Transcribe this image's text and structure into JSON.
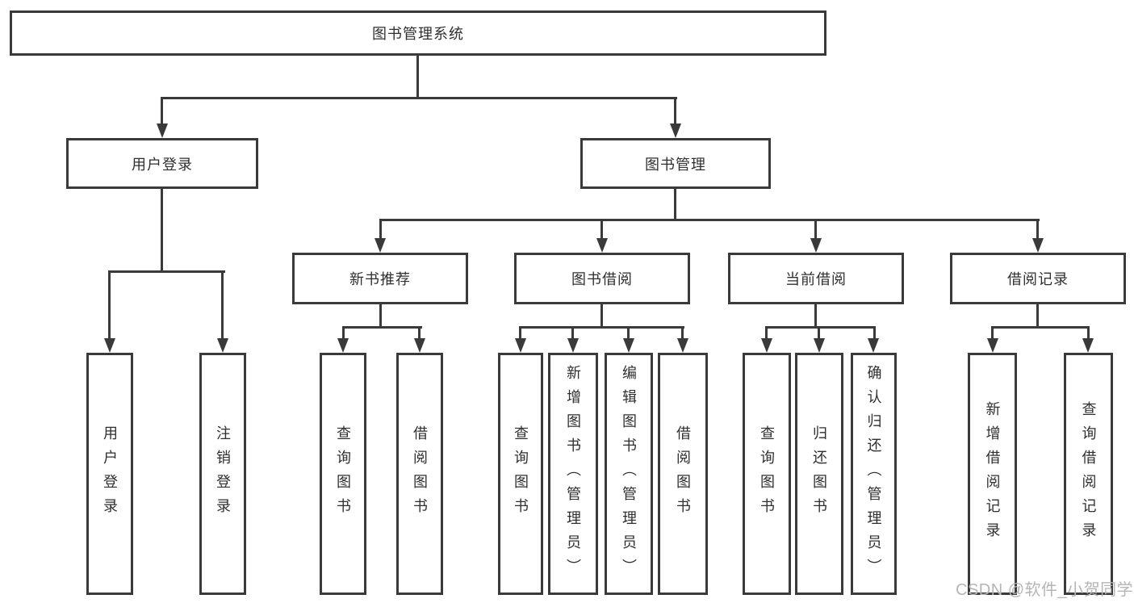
{
  "colors": {
    "line": "#3a3a3a",
    "text": "#2f2f2f",
    "watermark": "#b5b5b5",
    "background": "#ffffff"
  },
  "watermark": {
    "text": "CSDN @软件_小贺同学"
  },
  "tree": {
    "label": "图书管理系统",
    "children": [
      {
        "label": "用户登录",
        "children": [
          {
            "label": "用户登录"
          },
          {
            "label": "注销登录"
          }
        ]
      },
      {
        "label": "图书管理",
        "children": [
          {
            "label": "新书推荐",
            "children": [
              {
                "label": "查询图书"
              },
              {
                "label": "借阅图书"
              }
            ]
          },
          {
            "label": "图书借阅",
            "children": [
              {
                "label": "查询图书"
              },
              {
                "label": "新增图书（管理员）"
              },
              {
                "label": "编辑图书（管理员）"
              },
              {
                "label": "借阅图书"
              }
            ]
          },
          {
            "label": "当前借阅",
            "children": [
              {
                "label": "查询图书"
              },
              {
                "label": "归还图书"
              },
              {
                "label": "确认归还（管理员）"
              }
            ]
          },
          {
            "label": "借阅记录",
            "children": [
              {
                "label": "新增借阅记录"
              },
              {
                "label": "查询借阅记录"
              }
            ]
          }
        ]
      }
    ]
  }
}
